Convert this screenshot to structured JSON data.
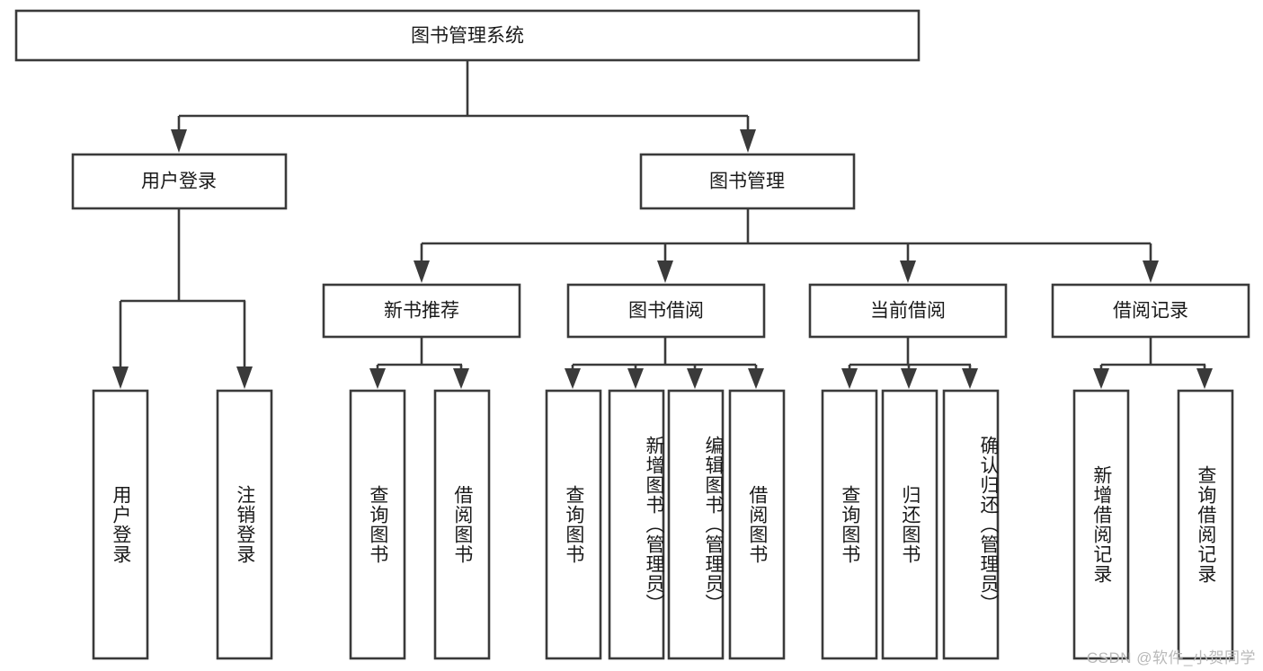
{
  "diagram": {
    "title": "图书管理系统",
    "watermark": "CSDN @软件_小贺同学",
    "accent_color": "#3a3a3a",
    "box_fill": "#ffffff",
    "text_color": "#1a1a1a",
    "root": {
      "label": "图书管理系统",
      "orientation": "horizontal"
    },
    "level2": [
      {
        "label": "用户登录",
        "orientation": "horizontal"
      },
      {
        "label": "图书管理",
        "orientation": "horizontal"
      }
    ],
    "level3": [
      {
        "label": "新书推荐",
        "orientation": "horizontal"
      },
      {
        "label": "图书借阅",
        "orientation": "horizontal"
      },
      {
        "label": "当前借阅",
        "orientation": "horizontal"
      },
      {
        "label": "借阅记录",
        "orientation": "horizontal"
      }
    ],
    "leaves": {
      "user_login": [
        {
          "label": "用户登录",
          "orientation": "vertical"
        },
        {
          "label": "注销登录",
          "orientation": "vertical"
        }
      ],
      "new_book_recommend": [
        {
          "label": "查询图书",
          "orientation": "vertical"
        },
        {
          "label": "借阅图书",
          "orientation": "vertical"
        }
      ],
      "book_borrow": [
        {
          "label": "查询图书",
          "orientation": "vertical"
        },
        {
          "label": "新增图书（管理员）",
          "orientation": "vertical"
        },
        {
          "label": "编辑图书（管理员）",
          "orientation": "vertical"
        },
        {
          "label": "借阅图书",
          "orientation": "vertical"
        }
      ],
      "current_borrow": [
        {
          "label": "查询图书",
          "orientation": "vertical"
        },
        {
          "label": "归还图书",
          "orientation": "vertical"
        },
        {
          "label": "确认归还（管理员）",
          "orientation": "vertical"
        }
      ],
      "borrow_record": [
        {
          "label": "新增借阅记录",
          "orientation": "vertical"
        },
        {
          "label": "查询借阅记录",
          "orientation": "vertical"
        }
      ]
    }
  }
}
